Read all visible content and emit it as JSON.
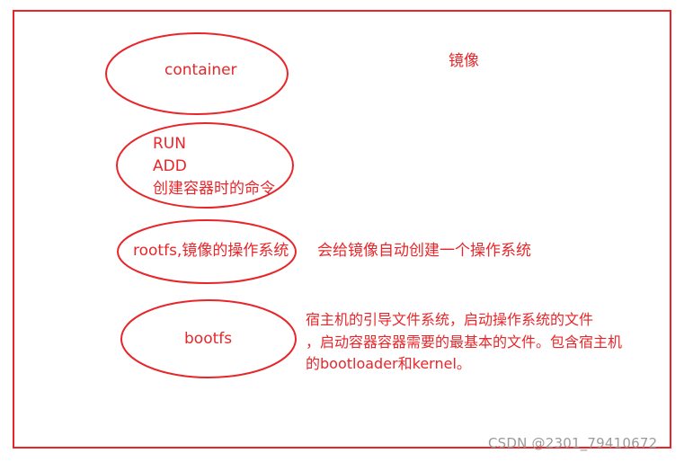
{
  "diagram": {
    "title": "镜像",
    "layers": {
      "container": {
        "label": "container"
      },
      "commands": {
        "line1": "RUN",
        "line2": "ADD",
        "line3": "创建容器时的命令"
      },
      "rootfs": {
        "label": "rootfs,镜像的操作系统",
        "description": "会给镜像自动创建一个操作系统"
      },
      "bootfs": {
        "label": "bootfs",
        "description_line1": "宿主机的引导文件系统，启动操作系统的文件",
        "description_line2": "，启动容器容器需要的最基本的文件。包含宿主机",
        "description_line3": "的bootloader和kernel。"
      }
    },
    "colors": {
      "accent": "#e8262a",
      "watermark": "#9a9a9a"
    }
  },
  "watermark": {
    "text": "CSDN @2301_79410672"
  }
}
